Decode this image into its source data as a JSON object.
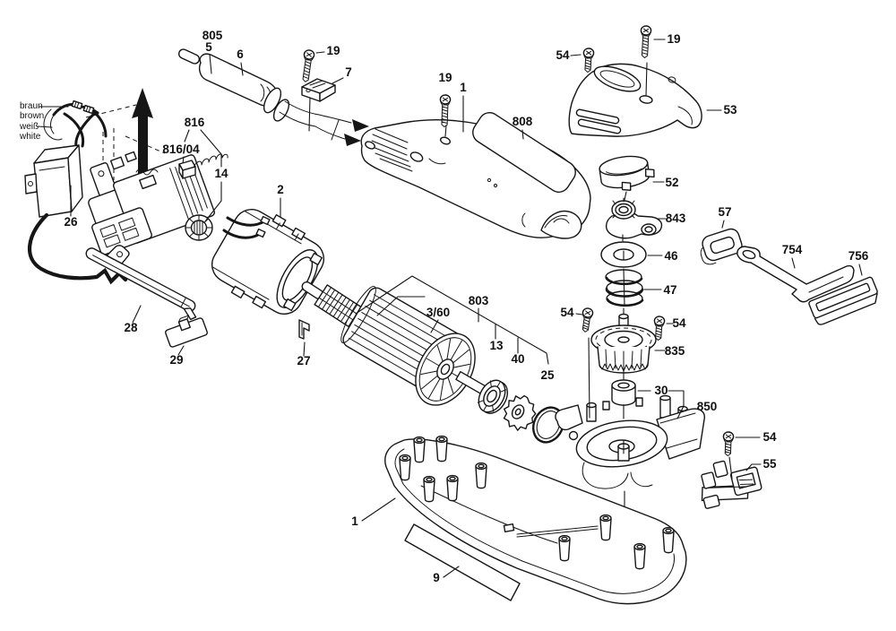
{
  "diagram": {
    "kind": "exploded-parts-diagram",
    "background_color": "#ffffff",
    "ink_color": "#161616"
  },
  "wire_labels": [
    {
      "text": "braun"
    },
    {
      "text": "brown"
    },
    {
      "text": "weiß"
    },
    {
      "text": "white"
    }
  ],
  "part_labels": [
    {
      "text": "805"
    },
    {
      "text": "5"
    },
    {
      "text": "6"
    },
    {
      "text": "19"
    },
    {
      "text": "7"
    },
    {
      "text": "816"
    },
    {
      "text": "816/04"
    },
    {
      "text": "14"
    },
    {
      "text": "26"
    },
    {
      "text": "2"
    },
    {
      "text": "28"
    },
    {
      "text": "29"
    },
    {
      "text": "27"
    },
    {
      "text": "3/60"
    },
    {
      "text": "803"
    },
    {
      "text": "13"
    },
    {
      "text": "40"
    },
    {
      "text": "25"
    },
    {
      "text": "54"
    },
    {
      "text": "19"
    },
    {
      "text": "1"
    },
    {
      "text": "808"
    },
    {
      "text": "54"
    },
    {
      "text": "19"
    },
    {
      "text": "53"
    },
    {
      "text": "52"
    },
    {
      "text": "843"
    },
    {
      "text": "46"
    },
    {
      "text": "47"
    },
    {
      "text": "57"
    },
    {
      "text": "754"
    },
    {
      "text": "756"
    },
    {
      "text": "54"
    },
    {
      "text": "835"
    },
    {
      "text": "30"
    },
    {
      "text": "850"
    },
    {
      "text": "54"
    },
    {
      "text": "55"
    },
    {
      "text": "1"
    },
    {
      "text": "9"
    }
  ]
}
